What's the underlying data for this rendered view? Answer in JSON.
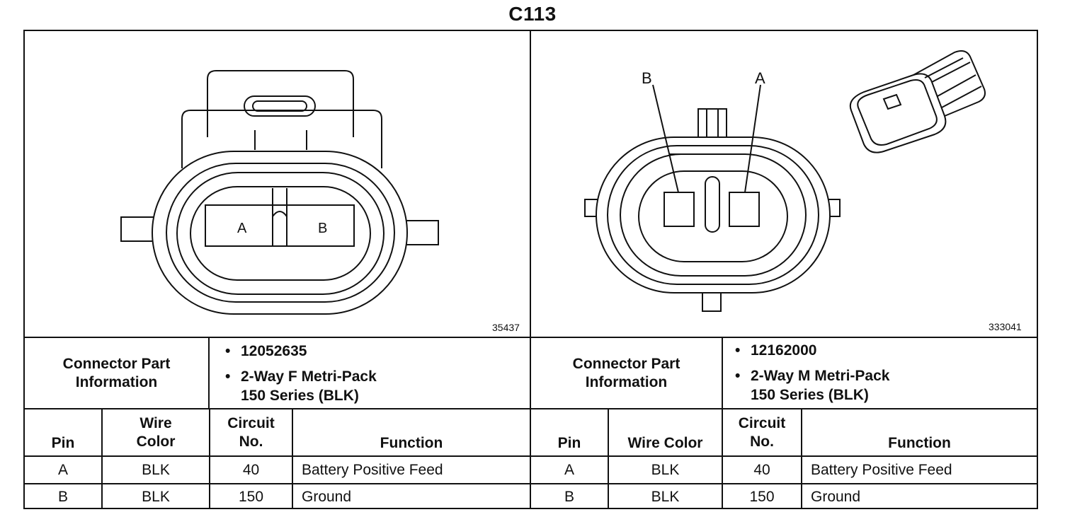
{
  "title": "C113",
  "left": {
    "figure_id": "35437",
    "pin_labels": [
      "A",
      "B"
    ],
    "connector_label": "Connector Part Information",
    "part_info": [
      "12052635",
      "2-Way F Metri-Pack",
      "150 Series (BLK)"
    ],
    "columns": [
      "Pin",
      "Wire Color",
      "Circuit No.",
      "Function"
    ],
    "rows": [
      {
        "pin": "A",
        "wire": "BLK",
        "circuit": "40",
        "function": "Battery Positive Feed"
      },
      {
        "pin": "B",
        "wire": "BLK",
        "circuit": "150",
        "function": "Ground"
      }
    ]
  },
  "right": {
    "figure_id": "333041",
    "pin_labels": [
      "B",
      "A"
    ],
    "connector_label": "Connector Part Information",
    "part_info": [
      "12162000",
      "2-Way M Metri-Pack",
      "150 Series (BLK)"
    ],
    "columns": [
      "Pin",
      "Wire Color",
      "Circuit No.",
      "Function"
    ],
    "rows": [
      {
        "pin": "A",
        "wire": "BLK",
        "circuit": "40",
        "function": "Battery Positive Feed"
      },
      {
        "pin": "B",
        "wire": "BLK",
        "circuit": "150",
        "function": "Ground"
      }
    ]
  }
}
